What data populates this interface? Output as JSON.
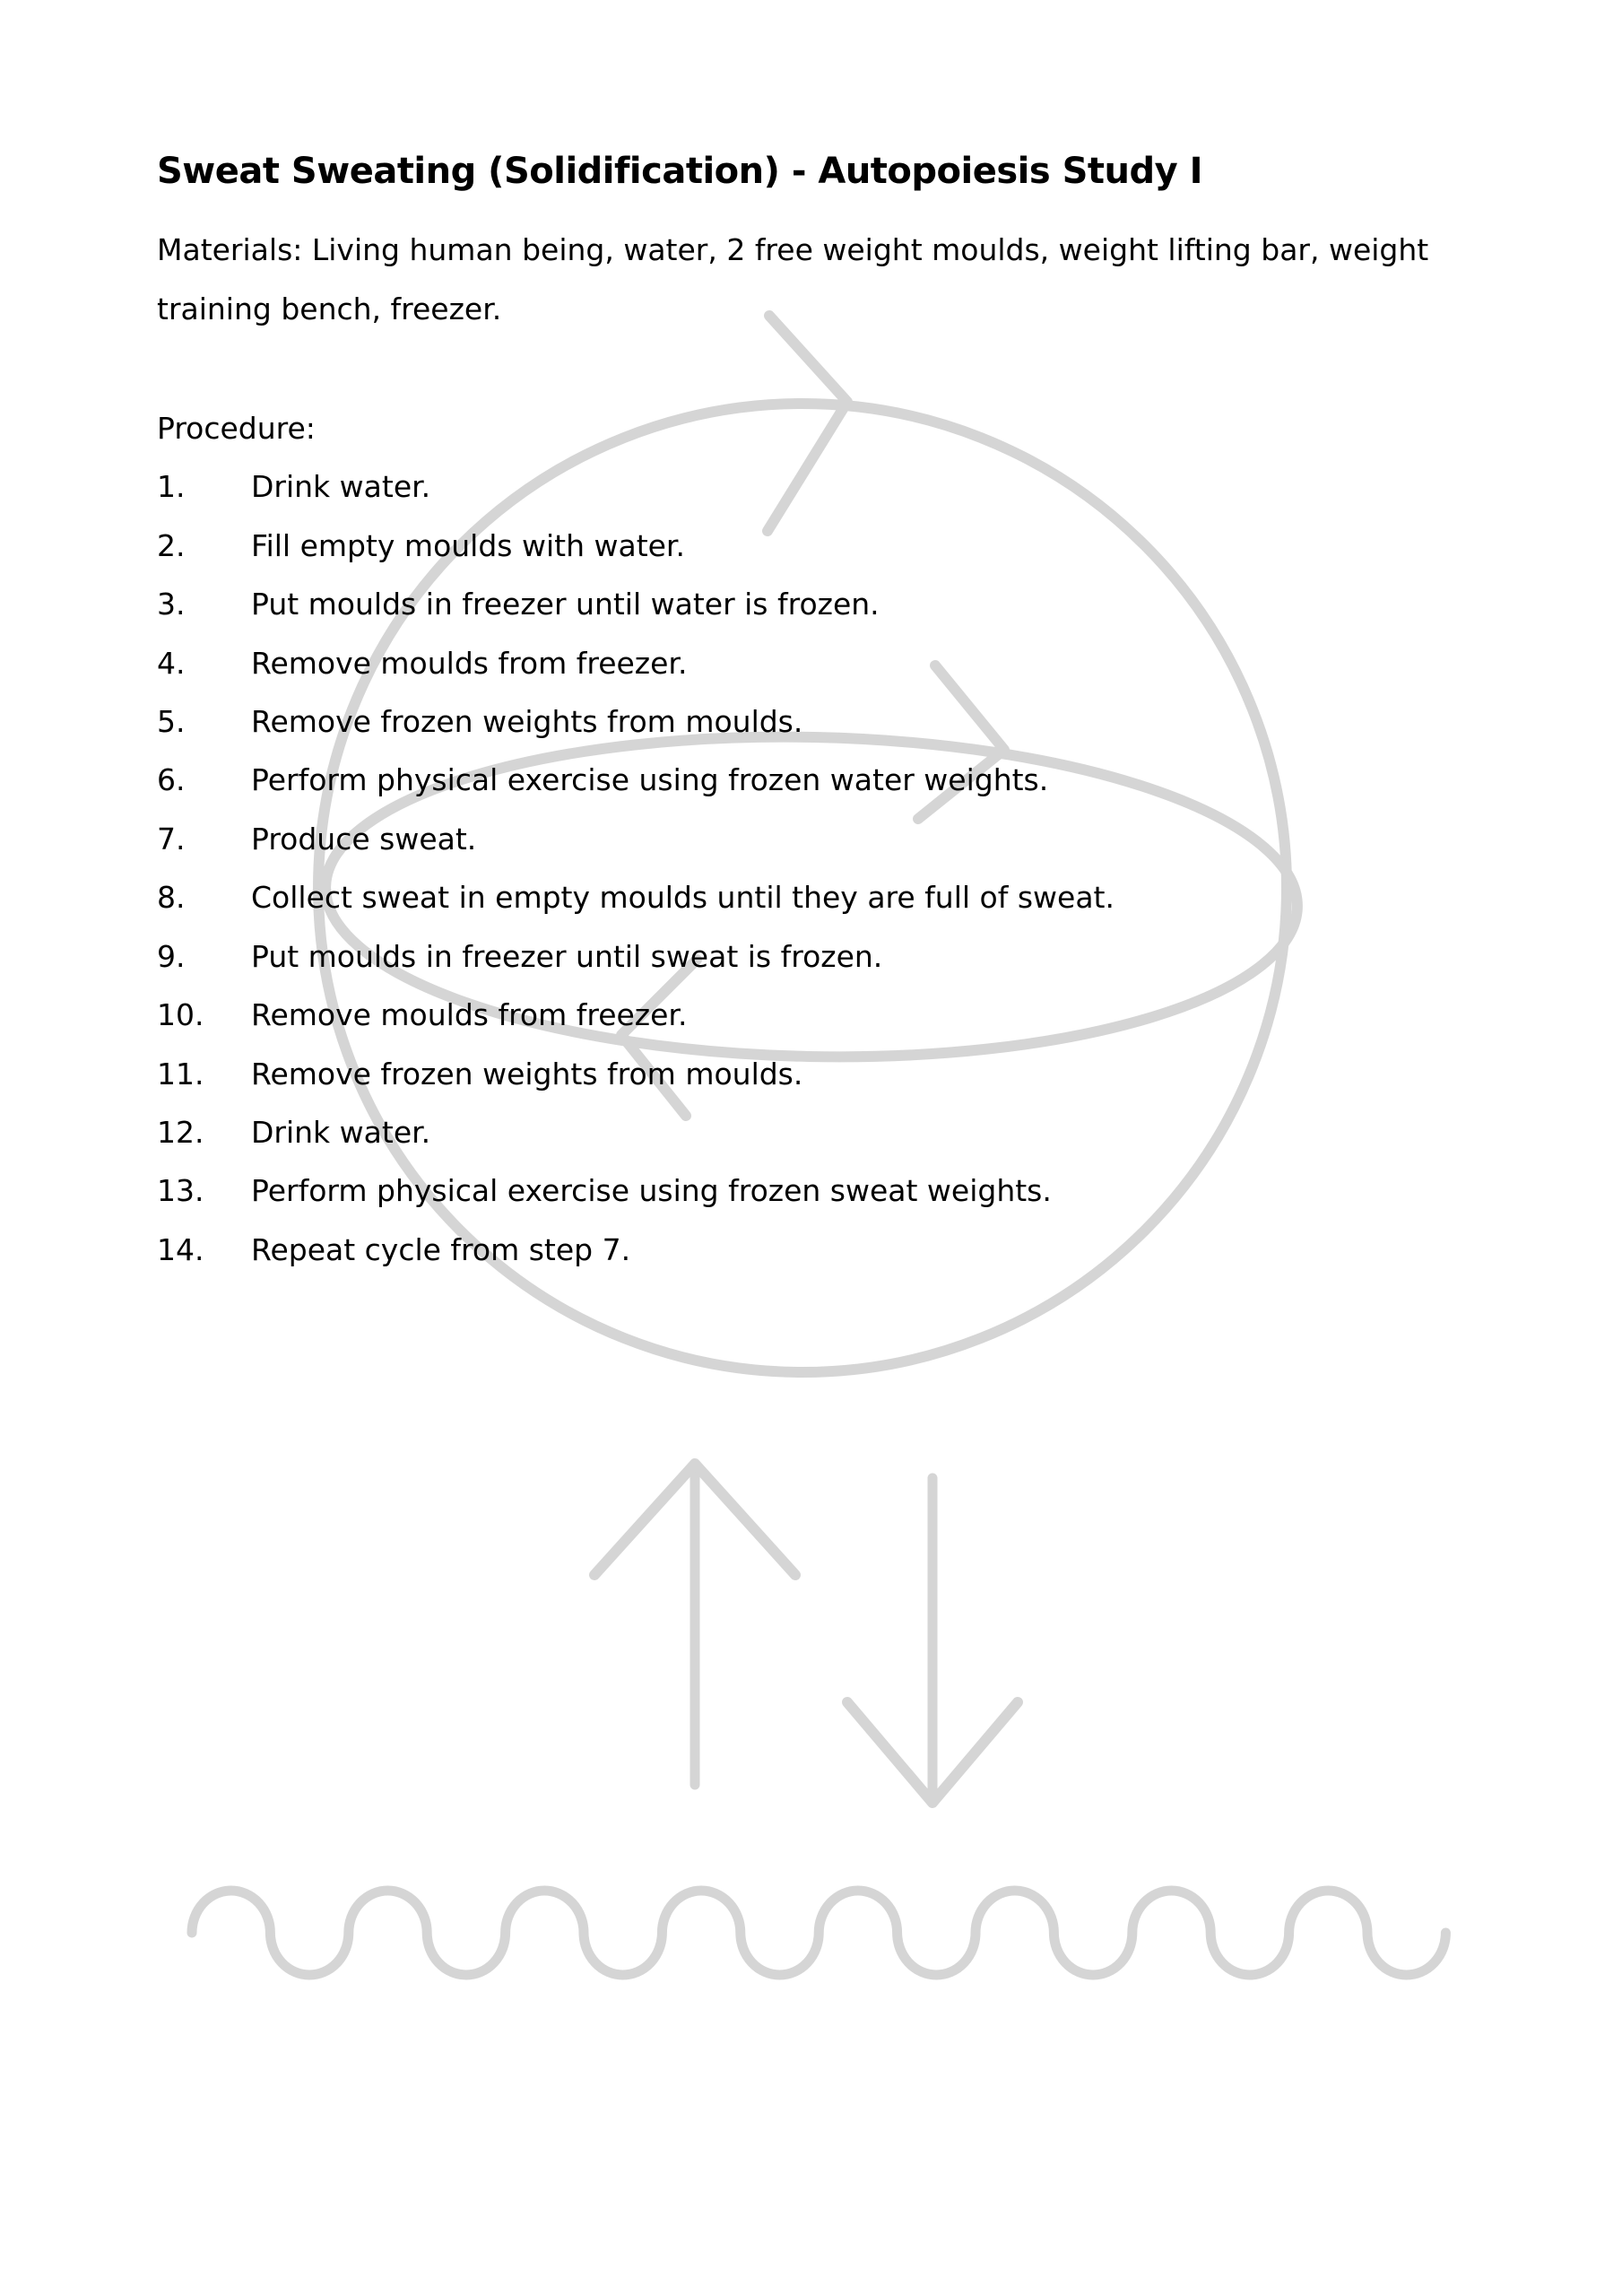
{
  "doc": {
    "title": "Sweat Sweating (Solidification) - Autopoiesis Study I",
    "materials": "Materials: Living human being, water, 2 free weight moulds, weight lifting bar, weight training bench, freezer.",
    "procedure_label": "Procedure:",
    "steps": [
      {
        "num": "1.",
        "text": "Drink water."
      },
      {
        "num": "2.",
        "text": "Fill empty moulds with water."
      },
      {
        "num": "3.",
        "text": "Put moulds in freezer until water is frozen."
      },
      {
        "num": "4.",
        "text": "Remove moulds from freezer."
      },
      {
        "num": "5.",
        "text": "Remove frozen weights from moulds."
      },
      {
        "num": "6.",
        "text": "Perform physical exercise using frozen water weights."
      },
      {
        "num": "7.",
        "text": "Produce sweat."
      },
      {
        "num": "8.",
        "text": "Collect sweat in empty moulds until they are full of sweat."
      },
      {
        "num": "9.",
        "text": "Put moulds in freezer until sweat is frozen."
      },
      {
        "num": "10.",
        "text": "Remove moulds from freezer."
      },
      {
        "num": "11.",
        "text": "Remove frozen weights from moulds."
      },
      {
        "num": "12.",
        "text": "Drink water."
      },
      {
        "num": "13.",
        "text": "Perform physical exercise using frozen sweat weights."
      },
      {
        "num": "14.",
        "text": "Repeat cycle from step 7."
      }
    ],
    "graphics": {
      "stroke_gray": "#d5d5d5",
      "shapes": [
        "cycle-circle",
        "cycle-ellipse",
        "clockwise-arrowhead-top",
        "clockwise-arrowhead-middle",
        "clockwise-arrowhead-bottom",
        "up-arrow",
        "down-arrow",
        "wave-line"
      ]
    }
  }
}
